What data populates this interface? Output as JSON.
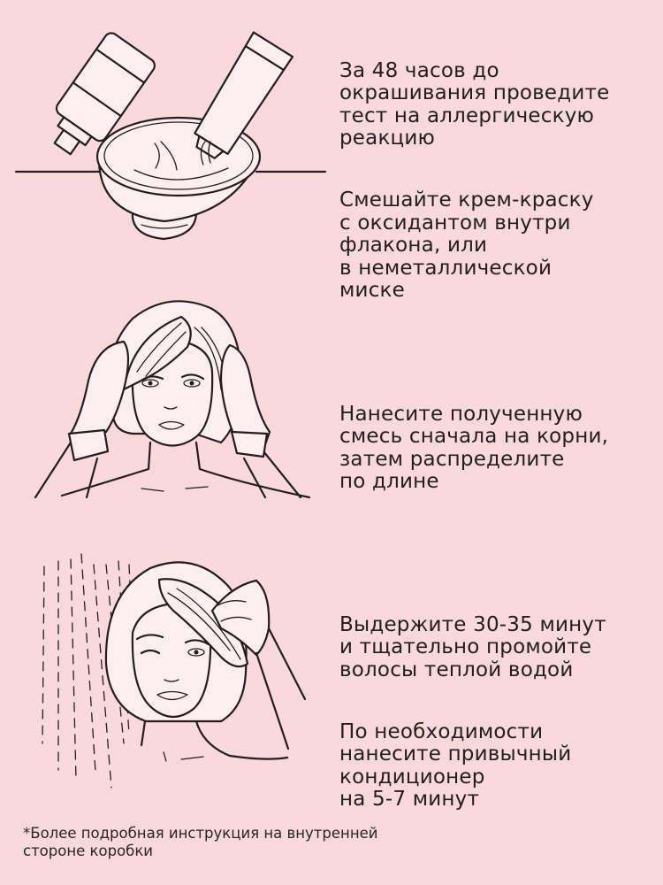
{
  "background_color": "#f9d9dc",
  "text_color": "#231d1f",
  "steps": [
    {
      "illustration": "bowl-mixing-icon",
      "paragraphs": [
        "За 48 часов до\nокрашивания проведите\nтест на аллергическую\nреакцию",
        "Смешайте крем-краску\nс оксидантом внутри\nфлакона, или\nв неметаллической\nмиске"
      ]
    },
    {
      "illustration": "woman-applying-dye-icon",
      "paragraphs": [
        "Нанесите полученную\nсмесь сначала на корни,\nзатем распределите\nпо длине"
      ]
    },
    {
      "illustration": "woman-rinsing-hair-icon",
      "paragraphs": [
        "Выдержите 30-35 минут\nи тщательно промойте\nволосы теплой водой",
        "По необходимости\nнанесите привычный\nкондиционер\nна 5-7 минут"
      ]
    }
  ],
  "footnote": "*Более подробная инструкция на внутренней\nстороне коробки"
}
